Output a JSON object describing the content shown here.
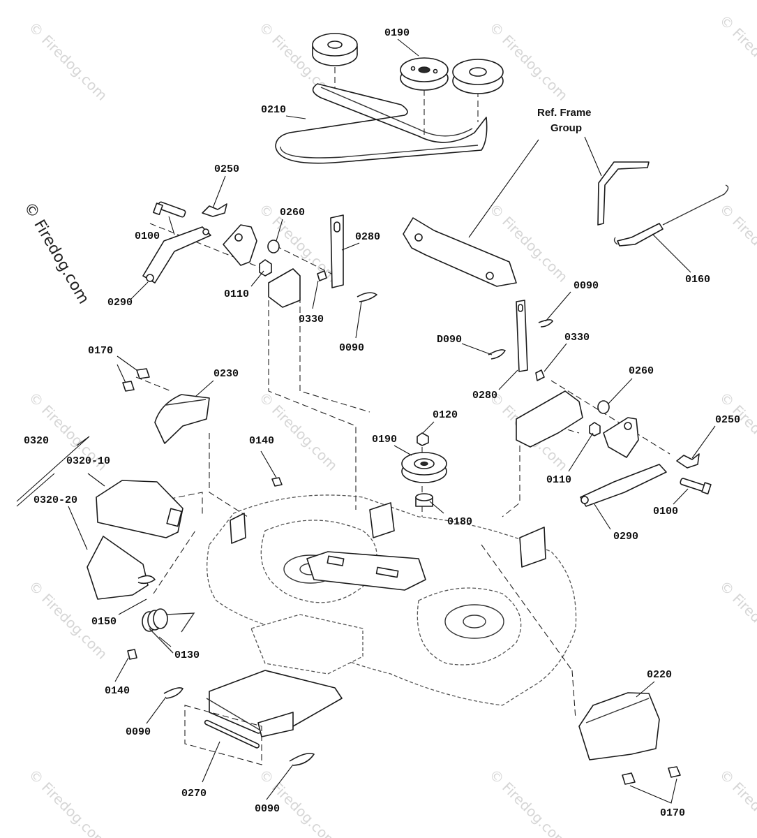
{
  "watermark": {
    "text": "© Firedog.com",
    "side_text": "© Firedog.com"
  },
  "ref_label": {
    "line1": "Ref. Frame",
    "line2": "Group"
  },
  "callouts": {
    "c0190_top": "0190",
    "c0210": "0210",
    "c0250_left": "0250",
    "c0100_left": "0100",
    "c0260_left": "0260",
    "c0280_left": "0280",
    "c0290_left": "0290",
    "c0110_left": "0110",
    "c0330_left": "0330",
    "c0090_left": "0090",
    "c0160": "0160",
    "c0090_right_a": "0090",
    "c0090_right_b": "D090",
    "c0330_right": "0330",
    "c0280_right": "0280",
    "c0260_right": "0260",
    "c0250_right": "0250",
    "c0110_right": "0110",
    "c0100_right": "0100",
    "c0290_right": "0290",
    "c0170_top": "0170",
    "c0230": "0230",
    "c0320": "0320",
    "c0320_10": "0320-10",
    "c0320_20": "0320-20",
    "c0140_top": "0140",
    "c0120": "0120",
    "c0190_mid": "0190",
    "c0180": "0180",
    "c0150": "0150",
    "c0130": "0130",
    "c0140_bottom": "0140",
    "c0090_bottom_left": "0090",
    "c0270": "0270",
    "c0090_bottom": "0090",
    "c0220": "0220",
    "c0170_bottom": "0170"
  }
}
